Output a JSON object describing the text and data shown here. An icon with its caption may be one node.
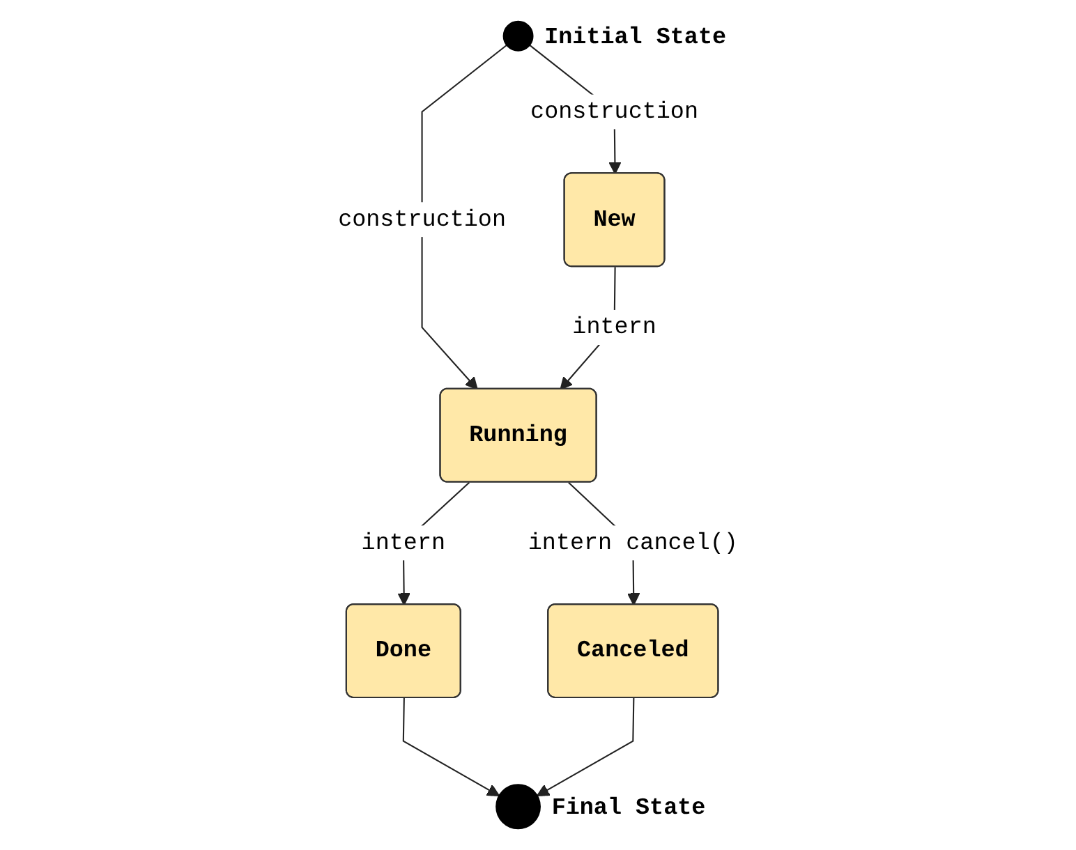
{
  "diagram": {
    "nodes": [
      {
        "text": [],
        "shape": "circle",
        "beside": [
          "Initial State"
        ]
      },
      {
        "text": [
          "New"
        ]
      },
      {
        "text": [
          "Running"
        ]
      },
      {
        "text": [
          "Done"
        ]
      },
      {
        "text": [
          "Canceled"
        ]
      },
      {
        "text": [],
        "shape": "circle",
        "beside": [
          "Final State"
        ]
      }
    ],
    "edges": [
      {
        "from": 0,
        "to": 1,
        "arrow": "to",
        "label": "construction"
      },
      {
        "from": 0,
        "to": 2,
        "arrow": "to",
        "label": "construction"
      },
      {
        "from": 1,
        "to": 2,
        "arrow": "to",
        "label": "intern"
      },
      {
        "from": 2,
        "to": 3,
        "arrow": "to",
        "label": "intern"
      },
      {
        "from": 2,
        "to": 4,
        "arrow": "to",
        "label": "intern cancel()"
      },
      {
        "from": 3,
        "to": 5,
        "arrow": "to"
      },
      {
        "from": 4,
        "to": 5,
        "arrow": "to"
      }
    ]
  }
}
